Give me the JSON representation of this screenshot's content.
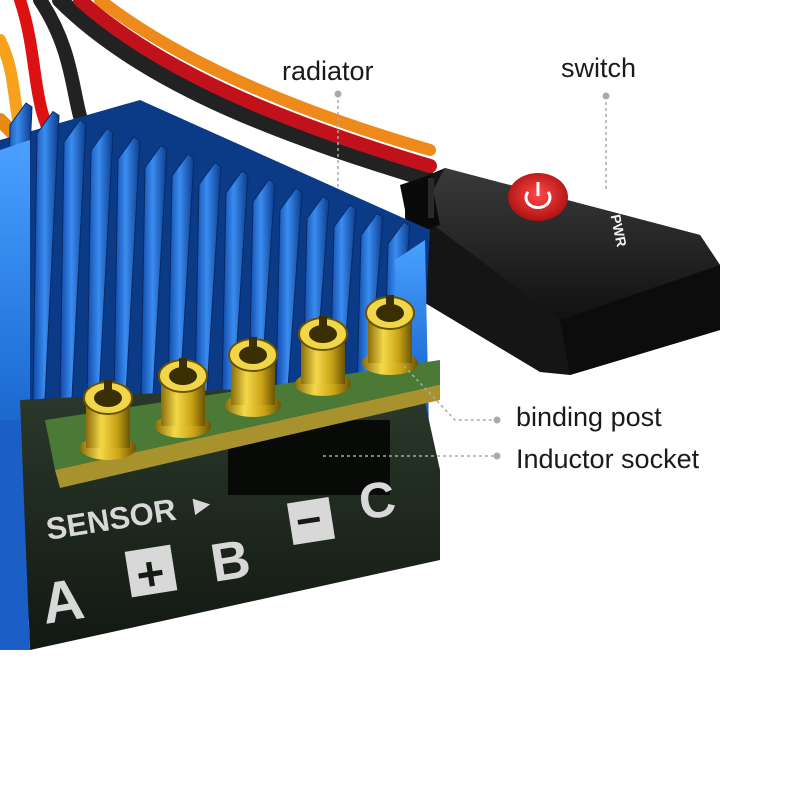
{
  "callouts": {
    "radiator": "radiator",
    "switch": "switch",
    "binding_post": "binding post",
    "inductor_socket": "Inductor socket"
  },
  "device": {
    "sensor_label": "SENSOR",
    "sensor_arrow": "▶",
    "phase_a": "A",
    "phase_b": "B",
    "phase_c": "C",
    "plus_sign": "+",
    "minus_sign": "−",
    "switch_text": "PWR"
  },
  "colors": {
    "heatsink_blue": "#1f6fd6",
    "heatsink_dark": "#0d3f8f",
    "post_gold": "#d6b21a",
    "pcb_green": "#3d6b2e",
    "switch_body": "#1c1c1c",
    "power_red": "#e01818"
  }
}
